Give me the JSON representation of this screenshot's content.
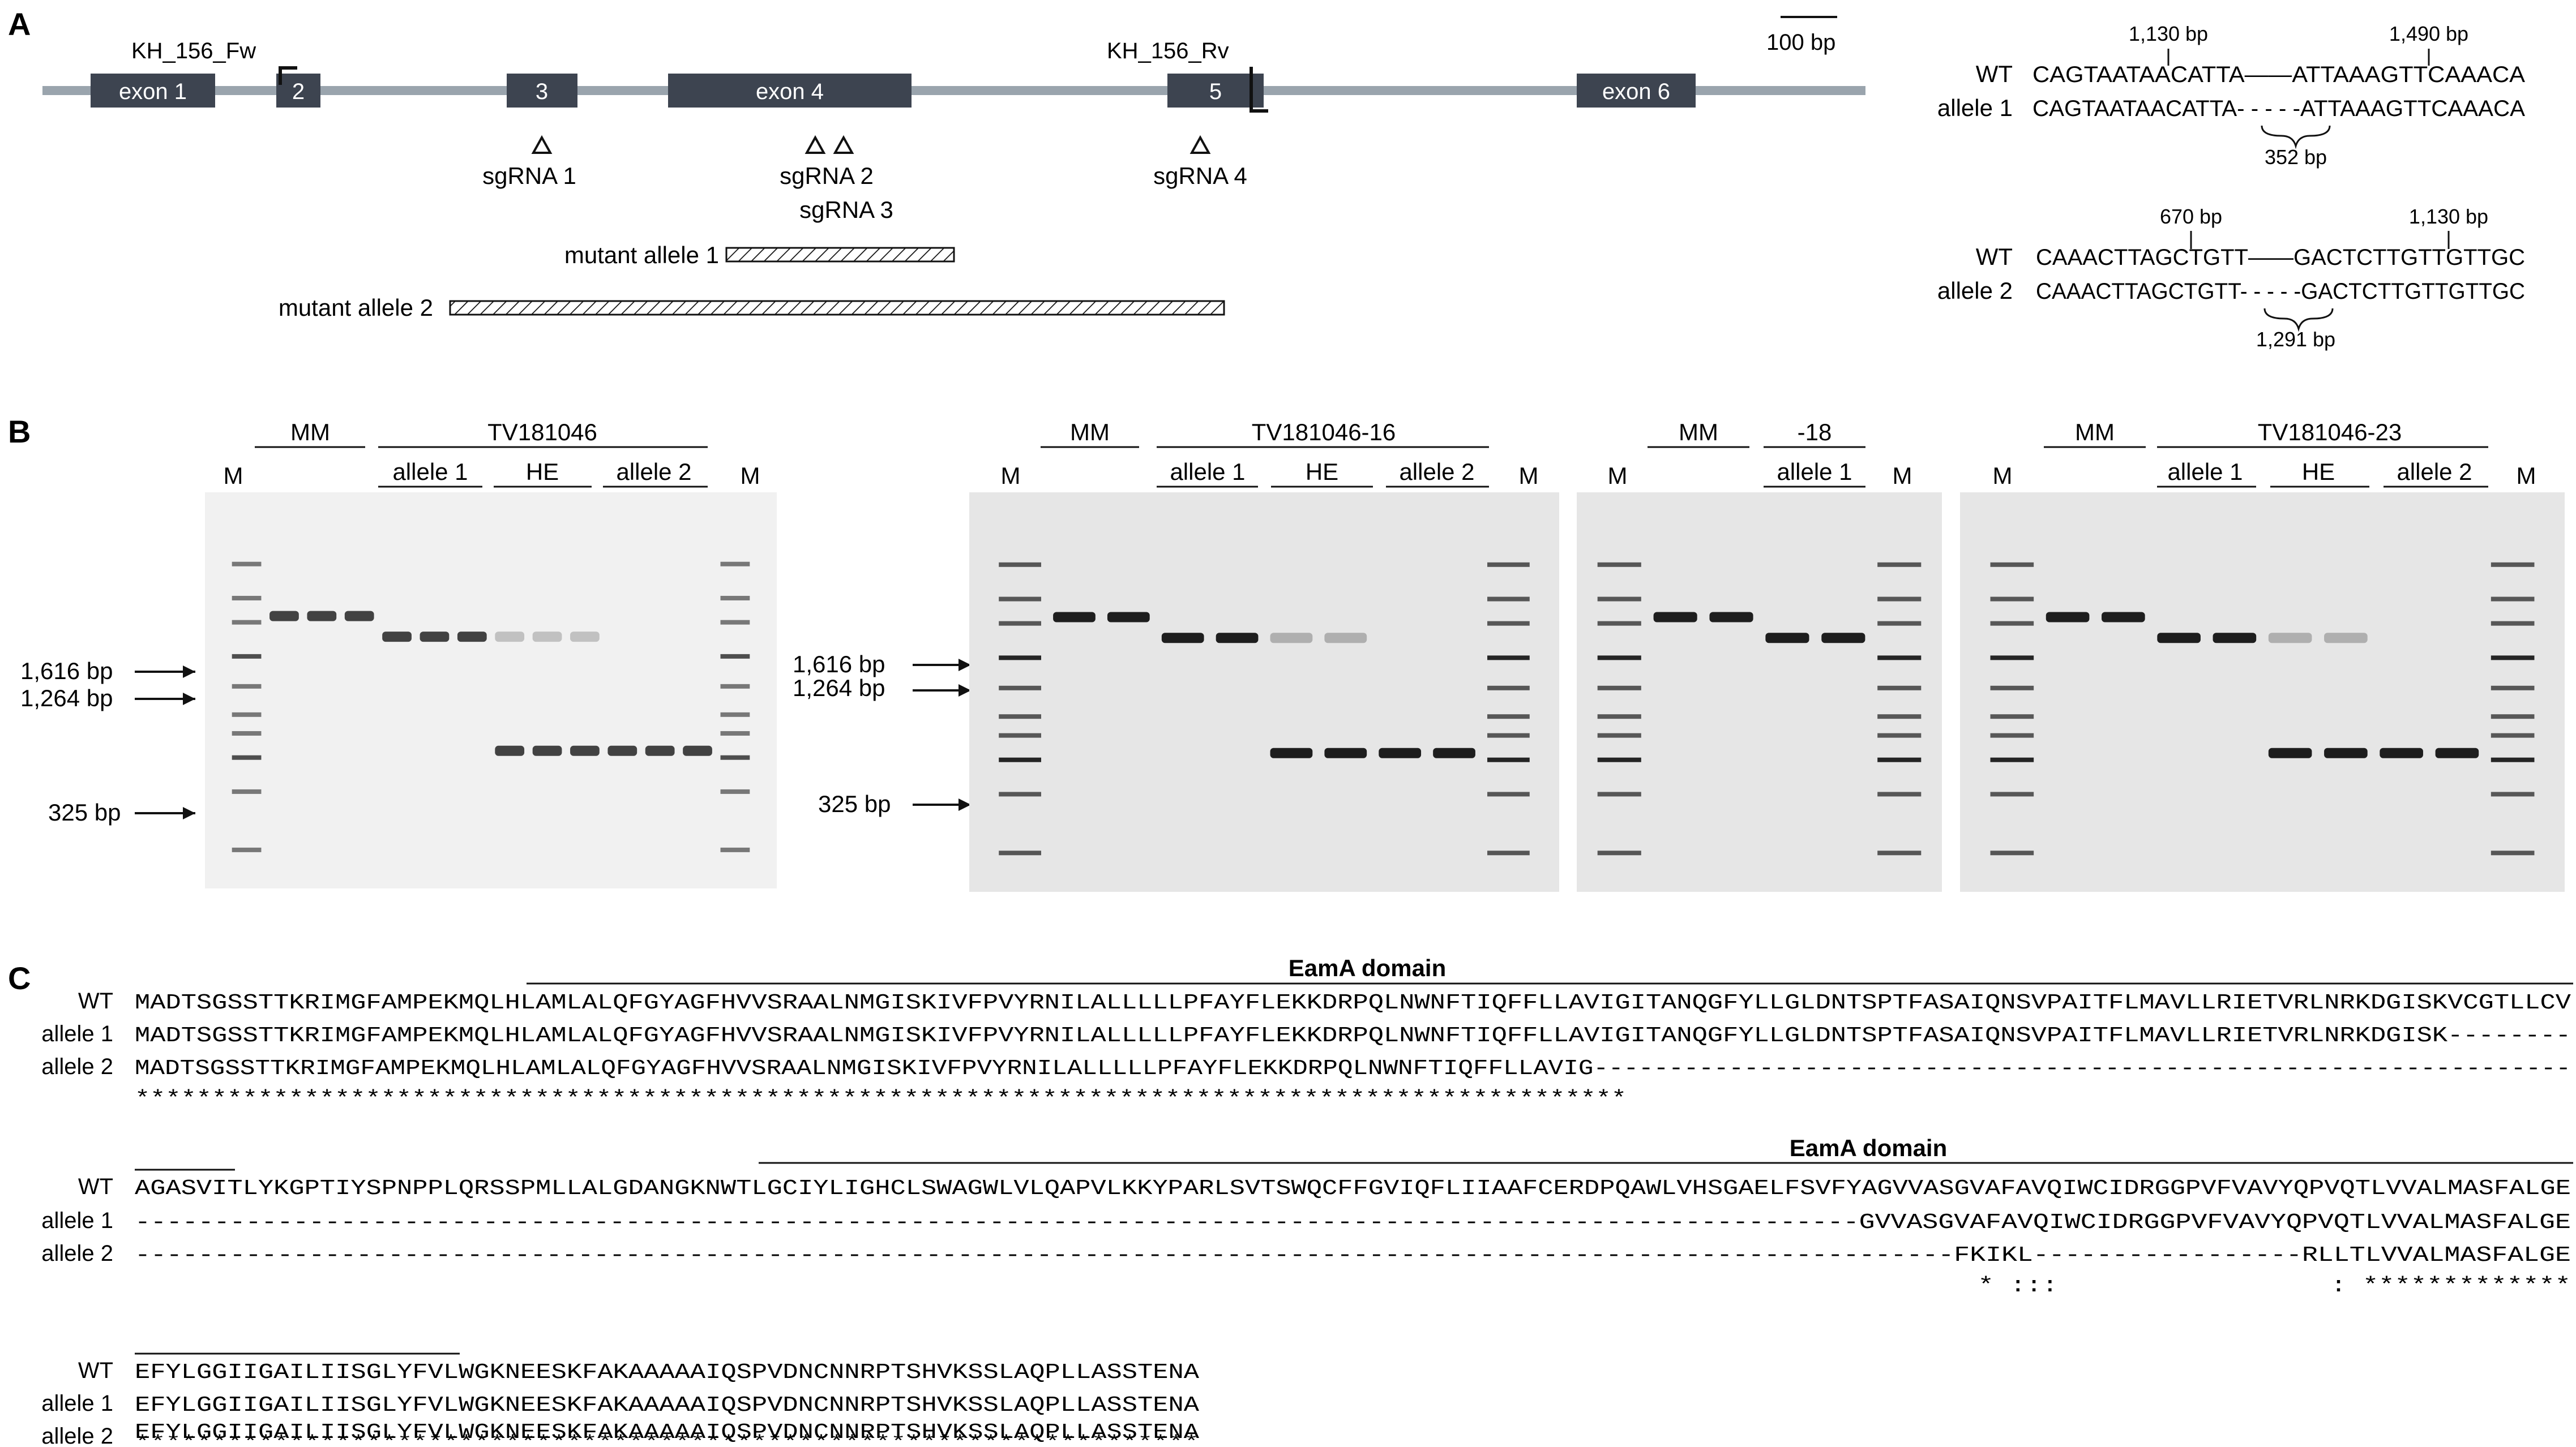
{
  "colors": {
    "gene_line": "#9aa4ad",
    "exon": "#3d4450",
    "exon_text": "#ffffff",
    "text": "#111111",
    "gel_bg": "#e9e9e9",
    "band": "#111111"
  },
  "panels": {
    "a": "A",
    "b": "B",
    "c": "C"
  },
  "gene_map": {
    "primer_fw": "KH_156_Fw",
    "primer_rv": "KH_156_Rv",
    "scale_bar": "100 bp",
    "exons": [
      "exon 1",
      "2",
      "3",
      "exon 4",
      "5",
      "exon 6"
    ],
    "sgrnas": [
      "sgRNA 1",
      "sgRNA 2",
      "sgRNA 3",
      "sgRNA 4"
    ],
    "mutant_allele_1": "mutant allele 1",
    "mutant_allele_2": "mutant allele 2"
  },
  "alignments": [
    {
      "pos_left": "1,130 bp",
      "pos_right": "1,490 bp",
      "wt_label": "WT",
      "wt_seq": "CAGTAATAACATTA——ATTAAAGTTCAAACA",
      "allele_label": "allele 1",
      "allele_seq": "CAGTAATAACATTA- - - - -ATTAAAGTTCAAACA",
      "deletion": "352 bp"
    },
    {
      "pos_left": "670 bp",
      "pos_right": "1,130 bp",
      "wt_label": "WT",
      "wt_seq": "CAAACTTAGCTGTT——GACTCTTGTTGTTGC",
      "allele_label": "allele 2",
      "allele_seq": "CAAACTTAGCTGTT- - - - -GACTCTTGTTGTTGC",
      "deletion": "1,291 bp"
    }
  ],
  "gels": [
    {
      "marker": "M",
      "groups": [
        "MM",
        "TV181046",
        "allele 1",
        "HE",
        "allele 2"
      ],
      "sizes": [
        "1,616 bp",
        "1,264 bp",
        "325 bp"
      ],
      "lanes": [
        {
          "type": "marker"
        },
        {
          "type": "sample",
          "bands": [
            1616
          ]
        },
        {
          "type": "sample",
          "bands": [
            1616
          ]
        },
        {
          "type": "sample",
          "bands": [
            1616
          ]
        },
        {
          "type": "sample",
          "bands": [
            1264
          ]
        },
        {
          "type": "sample",
          "bands": [
            1264
          ]
        },
        {
          "type": "sample",
          "bands": [
            1264
          ]
        },
        {
          "type": "sample",
          "bands": [
            1264,
            325
          ]
        },
        {
          "type": "sample",
          "bands": [
            1264,
            325
          ]
        },
        {
          "type": "sample",
          "bands": [
            1264,
            325
          ]
        },
        {
          "type": "sample",
          "bands": [
            325
          ]
        },
        {
          "type": "sample",
          "bands": [
            325
          ]
        },
        {
          "type": "sample",
          "bands": [
            325
          ]
        },
        {
          "type": "marker"
        }
      ]
    },
    {
      "marker": "M",
      "groups": [
        "MM",
        "TV181046-16",
        "allele 1",
        "HE",
        "allele 2"
      ],
      "sizes": [
        "1,616 bp",
        "1,264 bp",
        "325 bp"
      ],
      "lanes": [
        {
          "type": "marker"
        },
        {
          "type": "sample",
          "bands": [
            1616
          ]
        },
        {
          "type": "sample",
          "bands": [
            1616
          ]
        },
        {
          "type": "sample",
          "bands": [
            1264
          ]
        },
        {
          "type": "sample",
          "bands": [
            1264
          ]
        },
        {
          "type": "sample",
          "bands": [
            1264,
            325
          ]
        },
        {
          "type": "sample",
          "bands": [
            1264,
            325
          ]
        },
        {
          "type": "sample",
          "bands": [
            325
          ]
        },
        {
          "type": "sample",
          "bands": [
            325
          ]
        },
        {
          "type": "marker"
        }
      ]
    },
    {
      "marker": "M",
      "groups": [
        "MM",
        "-18",
        "allele 1"
      ],
      "lanes": [
        {
          "type": "marker"
        },
        {
          "type": "sample",
          "bands": [
            1616
          ]
        },
        {
          "type": "sample",
          "bands": [
            1616
          ]
        },
        {
          "type": "sample",
          "bands": [
            1264
          ]
        },
        {
          "type": "sample",
          "bands": [
            1264
          ]
        },
        {
          "type": "marker"
        }
      ]
    },
    {
      "marker": "M",
      "groups": [
        "MM",
        "TV181046-23",
        "allele 1",
        "HE",
        "allele 2"
      ],
      "lanes": [
        {
          "type": "marker"
        },
        {
          "type": "sample",
          "bands": [
            1616
          ]
        },
        {
          "type": "sample",
          "bands": [
            1616
          ]
        },
        {
          "type": "sample",
          "bands": [
            1264
          ]
        },
        {
          "type": "sample",
          "bands": [
            1264
          ]
        },
        {
          "type": "sample",
          "bands": [
            1264,
            325
          ]
        },
        {
          "type": "sample",
          "bands": [
            1264,
            325
          ]
        },
        {
          "type": "sample",
          "bands": [
            325
          ]
        },
        {
          "type": "sample",
          "bands": [
            325
          ]
        },
        {
          "type": "marker"
        }
      ]
    }
  ],
  "protein": {
    "domain": "EamA domain",
    "blocks": [
      {
        "rows": [
          {
            "label": "WT",
            "seq": "MADTSGSSTTKRIMGFAMPEKMQLHLAMLALQFGYAGFHVVSRAALNMGISKIVFPVYRNILALLLLLPFAYFLEKKDRPQLNWNFTIQFFLLAVIGITANQGFYLLGLDNTSPTFASAIQNSVPAITFLMAVLLRIETVRLNRKDGISKVCGTLLCV"
          },
          {
            "label": "allele 1",
            "seq": "MADTSGSSTTKRIMGFAMPEKMQLHLAMLALQFGYAGFHVVSRAALNMGISKIVFPVYRNILALLLLLPFAYFLEKKDRPQLNWNFTIQFFLLAVIGITANQGFYLLGLDNTSPTFASAIQNSVPAITFLMAVLLRIETVRLNRKDGISK--------"
          },
          {
            "label": "allele 2",
            "seq": "MADTSGSSTTKRIMGFAMPEKMQLHLAMLALQFGYAGFHVVSRAALNMGISKIVFPVYRNILALLLLLPFAYFLEKKDRPQLNWNFTIQFFLLAVIG-----------------------------------------------------------------"
          },
          {
            "label": "",
            "seq": "*************************************************************************************************"
          }
        ]
      },
      {
        "rows": [
          {
            "label": "WT",
            "seq": "AGASVITLYKGPTIYSPNPPLQRSSPMLLALGDANGKNWTLGCIYLIGHCLSWAGWLVLQAPVLKKYPARLSVTSWQCFFGVIQFLIIAAFCERDPQAWLVHSGAELFSVFYAGVVASGVAFAVQIWCIDRGGPVFVAVYQPVQTLVVALMASFALGE"
          },
          {
            "label": "allele 1",
            "seq": "-------------------------------------------------------------------------------------------------------------GVVASGVAFAVQIWCIDRGGPVFVAVYQPVQTLVVALMASFALGE"
          },
          {
            "label": "allele 2",
            "seq": "-------------------------------------------------------------------------------------------------------------------FKIKL-----------------RLLTLVVALMASFALGE"
          },
          {
            "label": "",
            "seq": "                                                                                                                   * :::                 : *************"
          }
        ]
      },
      {
        "rows": [
          {
            "label": "WT",
            "seq": "EFYLGGIIGAILIISGLYFVLWGKNEESKFAKAAAAAIQSPVDNCNNRPTSHVKSSLAQPLLASSTENA"
          },
          {
            "label": "allele 1",
            "seq": "EFYLGGIIGAILIISGLYFVLWGKNEESKFAKAAAAAIQSPVDNCNNRPTSHVKSSLAQPLLASSTENA"
          },
          {
            "label": "allele 2",
            "seq": "EFYLGGIIGAILIISGLYFVLWGKNEESKFAKAAAAAIQSPVDNCNNRPTSHVKSSLAQPLLASSTENA"
          },
          {
            "label": "",
            "seq": "*********************************************************************"
          }
        ]
      }
    ]
  }
}
